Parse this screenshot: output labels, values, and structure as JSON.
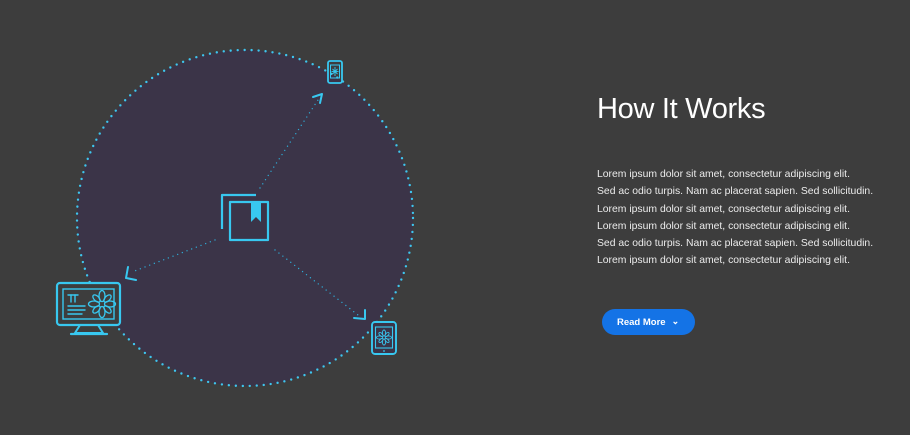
{
  "section": {
    "title": "How It Works",
    "body_lines": [
      "Lorem ipsum dolor sit amet, consectetur adipiscing elit.",
      "Sed ac odio turpis. Nam ac placerat sapien. Sed sollicitudin.",
      "Lorem ipsum dolor sit amet, consectetur adipiscing elit.",
      "Lorem ipsum dolor sit amet, consectetur adipiscing elit.",
      "Sed ac odio turpis. Nam ac placerat sapien. Sed sollicitudin.",
      "Lorem ipsum dolor sit amet, consectetur adipiscing elit."
    ],
    "button_label": "Read More",
    "button_icon": "chevron-down-icon"
  },
  "diagram": {
    "center_icon": "document-bookmark-icon",
    "devices": [
      "smartphone-icon",
      "desktop-monitor-icon",
      "tablet-icon"
    ]
  },
  "colors": {
    "page_background": "#3d3d3d",
    "circle_fill": "#3b3448",
    "accent_cyan": "#38c8f0",
    "button_blue": "#1473e6",
    "text_white": "#ffffff"
  }
}
